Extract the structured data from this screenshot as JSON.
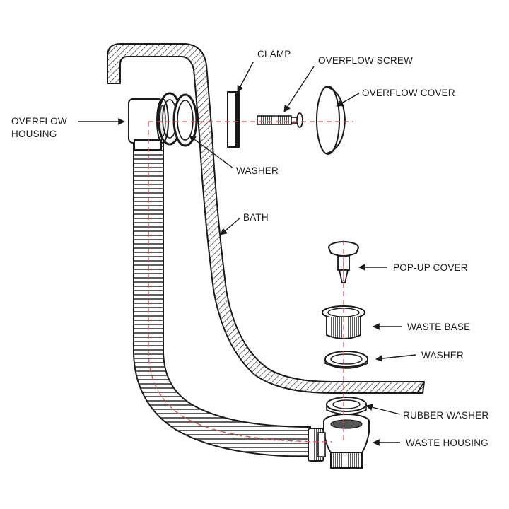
{
  "diagram": {
    "labels": {
      "clamp": "CLAMP",
      "overflow_screw": "OVERFLOW SCREW",
      "overflow_cover": "OVERFLOW COVER",
      "overflow_housing_line1": "OVERFLOW",
      "overflow_housing_line2": "HOUSING",
      "washer_top": "WASHER",
      "bath": "BATH",
      "popup_cover": "POP-UP COVER",
      "waste_base": "WASTE BASE",
      "washer_bottom": "WASHER",
      "rubber_washer": "RUBBER WASHER",
      "waste_housing": "WASTE HOUSING"
    },
    "colors": {
      "line": "#1a1a1a",
      "centerline": "#d9534f",
      "fill": "#ffffff"
    }
  }
}
